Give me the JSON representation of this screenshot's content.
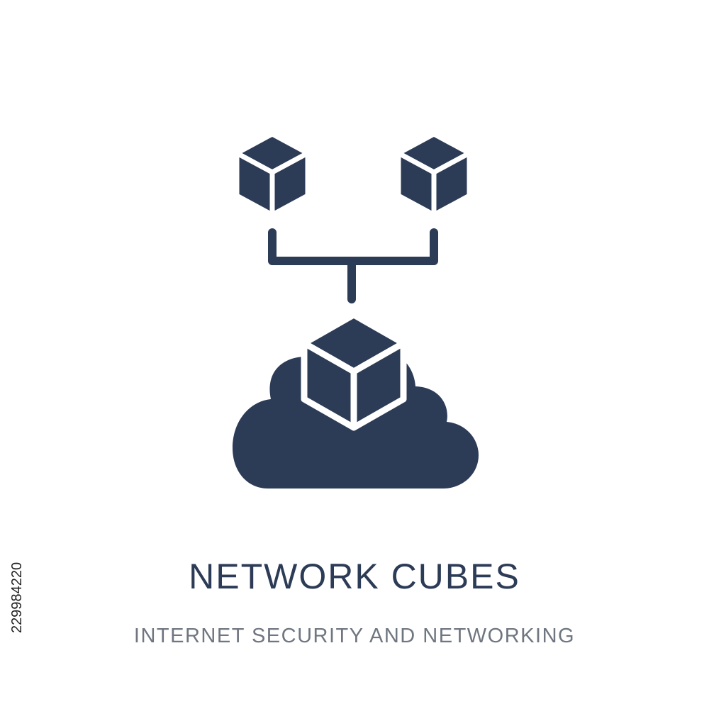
{
  "icon": {
    "name": "network-cubes-icon",
    "color": "#2c3b56"
  },
  "caption": {
    "title": "NETWORK CUBES",
    "subtitle": "INTERNET SECURITY AND NETWORKING"
  },
  "stock_id": "229984220",
  "colors": {
    "background": "#ffffff",
    "title": "#2c3b56",
    "subtitle": "#6f7680"
  }
}
